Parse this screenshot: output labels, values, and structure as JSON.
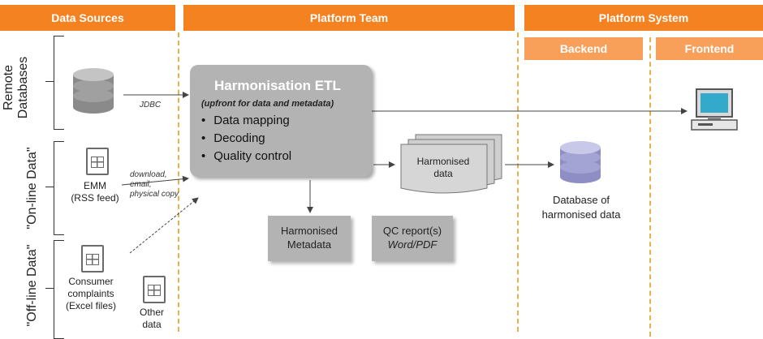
{
  "headers": {
    "data_sources": "Data Sources",
    "platform_team": "Platform Team",
    "platform_system": "Platform System",
    "backend": "Backend",
    "frontend": "Frontend"
  },
  "rows": {
    "remote": "Remote\nDatabases",
    "online": "\"On-line Data\"",
    "offline": "\"Off-line Data\""
  },
  "edges": {
    "jdbc": "JDBC",
    "download": "download,\nemail,\nphysical copy"
  },
  "sources": {
    "emm": "EMM\n(RSS feed)",
    "consumer": "Consumer\ncomplaints\n(Excel files)",
    "other": "Other\ndata"
  },
  "etl": {
    "title": "Harmonisation ETL",
    "subtitle": "(upfront for data and metadata)",
    "steps": [
      "Data mapping",
      "Decoding",
      "Quality control"
    ]
  },
  "outputs": {
    "harmonised_data": "Harmonised\ndata",
    "metadata": "Harmonised\nMetadata",
    "qc_title": "QC report(s)",
    "qc_format": "Word/PDF"
  },
  "backend_db": "Database of\nharmonised data",
  "colors": {
    "header": "#f58220",
    "subheader": "#f8a05a",
    "box": "#b3b3b3",
    "db": "#8e8ec4"
  }
}
